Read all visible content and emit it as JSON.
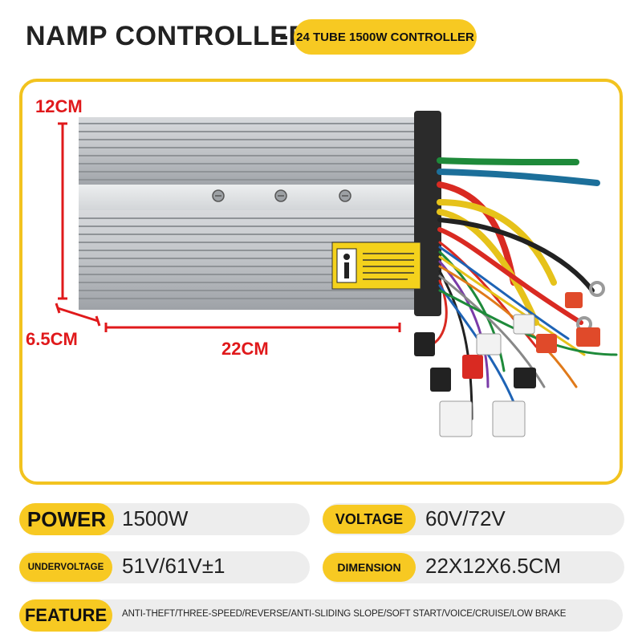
{
  "title": {
    "main": "NAMP CONTROLLER",
    "dash": "-",
    "subtitle": "24 TUBE 1500W CONTROLLER"
  },
  "dimensions": {
    "height": "12CM",
    "depth": "6.5CM",
    "length": "22CM"
  },
  "specs": {
    "power_label": "POWER",
    "power_value": "1500W",
    "voltage_label": "VOLTAGE",
    "voltage_value": "60V/72V",
    "undervoltage_label": "UNDERVOLTAGE",
    "undervoltage_value": "51V/61V±1",
    "dimension_label": "DIMENSION",
    "dimension_value": "22X12X6.5CM",
    "feature_label": "FEATURE",
    "feature_value": "ANTI-THEFT/THREE-SPEED/REVERSE/ANTI-SLIDING SLOPE/SOFT START/VOICE/CRUISE/LOW BRAKE"
  },
  "colors": {
    "accent": "#f7c922",
    "dimension_marks": "#e0191b"
  }
}
